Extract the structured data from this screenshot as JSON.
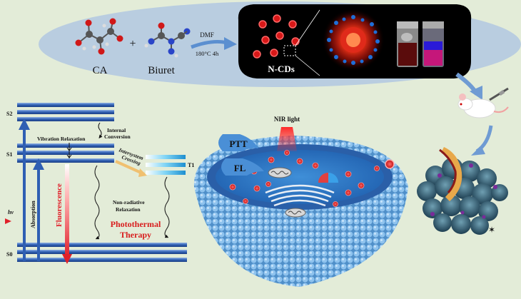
{
  "synthesis": {
    "reactant_1": "CA",
    "plus_sign": "+",
    "reactant_2": "Biuret",
    "solvent": "DMF",
    "condition": "180°C 4h",
    "product": "N-CDs"
  },
  "jablonski": {
    "state_s2": "S2",
    "state_s1": "S1",
    "state_t1": "T1",
    "state_s0": "S0",
    "hv": "hv",
    "vibration_relaxation": "Vibration Relaxation",
    "internal_conversion_1": "Internal",
    "internal_conversion_2": "Conversion",
    "intersystem_1": "Intersystem",
    "intersystem_2": "Crossing",
    "absorption": "Absorption",
    "fluorescence": "Fluorescence",
    "nonradiative_1": "Non-radiative",
    "nonradiative_2": "Relaxation",
    "ptt_1": "Photothermal",
    "ptt_2": "Therapy"
  },
  "cell": {
    "nir_light": "NIR light",
    "ptt": "PTT",
    "fl": "FL"
  },
  "colors": {
    "background": "#e3ecd8",
    "ellipse": "#b9cde0",
    "level_blue": "#2f5fb3",
    "fluorescence_red": "#e0202a",
    "ptt_red": "#d81d1d",
    "membrane_blue": "#6aa9dc"
  }
}
